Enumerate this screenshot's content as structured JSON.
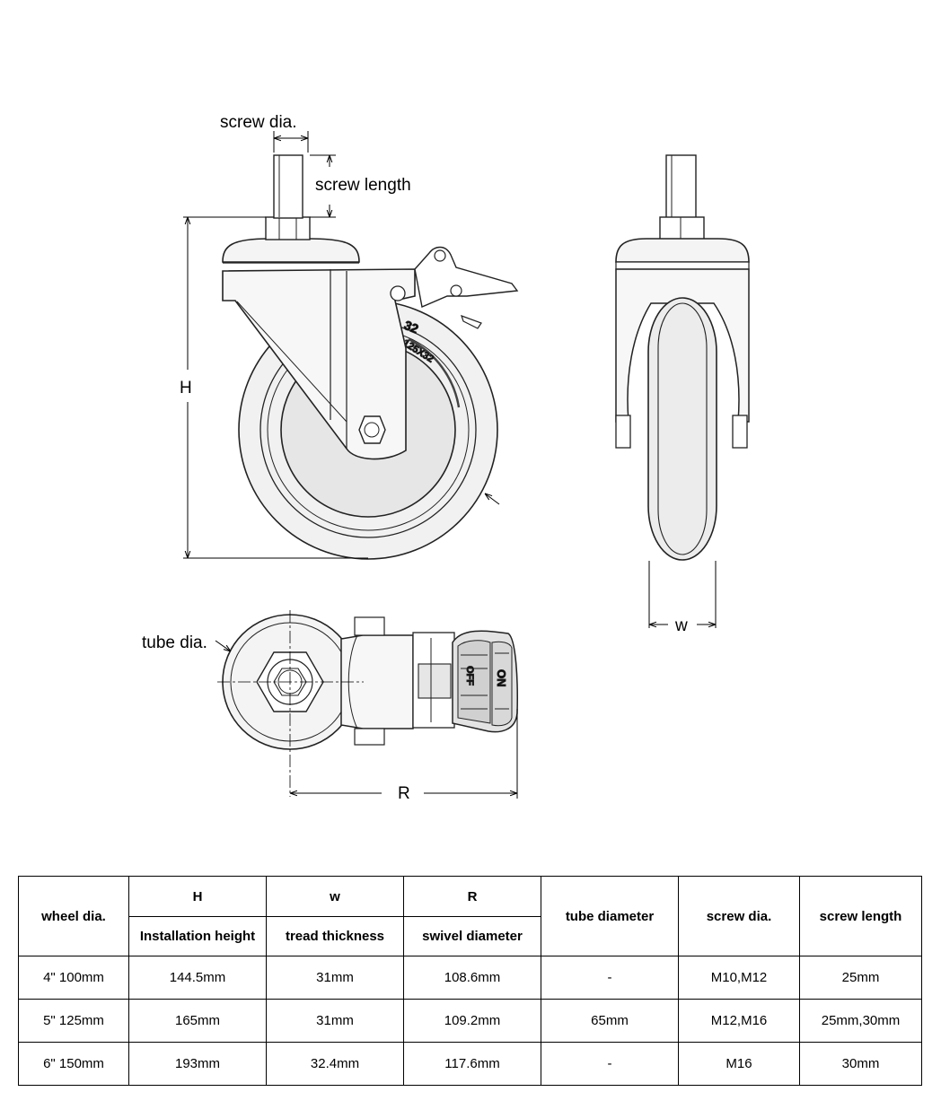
{
  "diagram": {
    "labels": {
      "screw_dia": "screw dia.",
      "screw_length": "screw length",
      "height": "H",
      "width": "w",
      "tube_dia": "tube dia.",
      "swivel": "R"
    },
    "wheel_markings": {
      "outer": "32",
      "inner": "125X32"
    },
    "pedal_text": {
      "off": "OFF",
      "on": "ON"
    }
  },
  "table": {
    "header_row1": [
      "wheel dia.",
      "H",
      "w",
      "R",
      "tube diameter",
      "screw dia.",
      "screw length"
    ],
    "header_row2": [
      "Installation height",
      "tread thickness",
      "swivel diameter"
    ],
    "rows": [
      [
        "4\" 100mm",
        "144.5mm",
        "31mm",
        "108.6mm",
        "-",
        "M10,M12",
        "25mm"
      ],
      [
        "5\" 125mm",
        "165mm",
        "31mm",
        "109.2mm",
        "65mm",
        "M12,M16",
        "25mm,30mm"
      ],
      [
        "6\" 150mm",
        "193mm",
        "32.4mm",
        "117.6mm",
        "-",
        "M16",
        "30mm"
      ]
    ]
  }
}
